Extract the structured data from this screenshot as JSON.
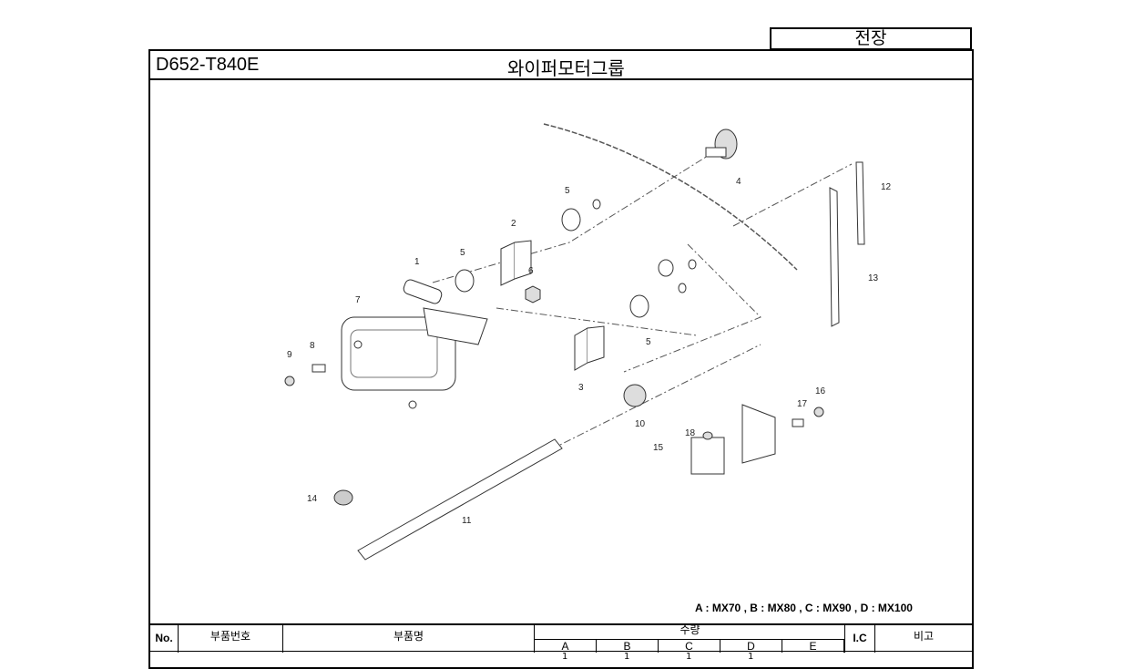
{
  "section": "전장",
  "header": {
    "part_code": "D652-T840E",
    "title": "와이퍼모터그룹"
  },
  "diagram": {
    "callouts": [
      "1",
      "2",
      "3",
      "4",
      "5",
      "5",
      "5",
      "6",
      "7",
      "8",
      "9",
      "10",
      "11",
      "12",
      "13",
      "14",
      "15",
      "16",
      "17",
      "18"
    ]
  },
  "legend": "A : MX70 , B : MX80 , C : MX90 , D : MX100",
  "table": {
    "no": "No.",
    "part_number": "부품번호",
    "part_name": "부품명",
    "quantity": "수량",
    "qty_cols": [
      "A",
      "B",
      "C",
      "D",
      "E"
    ],
    "ic": "I.C",
    "remarks": "비고",
    "first_row_qty": [
      "1",
      "1",
      "1",
      "1"
    ]
  }
}
